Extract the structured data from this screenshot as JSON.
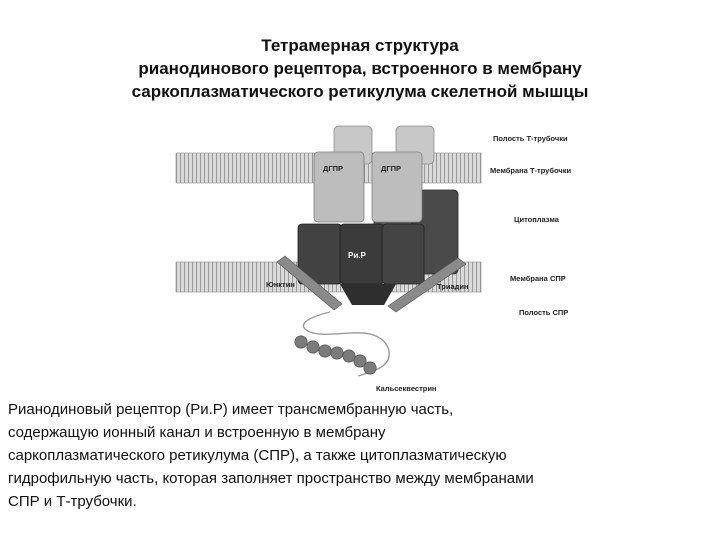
{
  "title": {
    "lines": [
      "Тетрамерная структура",
      "рианодинового рецептора, встроенного в мембрану",
      "саркоплазматического ретикулума скелетной мышцы"
    ]
  },
  "diagram": {
    "labels": {
      "t_tubule_lumen": "Полость Т-трубочки",
      "t_tubule_membrane": "Мембрана Т-трубочки",
      "cytoplasm": "Цитоплазма",
      "sr_membrane": "Мембрана СПР",
      "sr_lumen": "Полость СПР",
      "triadin": "Триадин",
      "junctin": "Юнктин",
      "calsequestrin": "Кальсеквестрин",
      "dhpr_left": "ДГПР",
      "dhpr_right": "ДГПР",
      "ryr": "Ри.Р"
    },
    "colors": {
      "membrane": "#d9d9d9",
      "membrane_lines": "#9a9a9a",
      "dhpr": "#bdbdbd",
      "ryr": "#3f3f3f",
      "anchor": "#8a8a8a",
      "bead": "#7b7b7b"
    }
  },
  "description": {
    "lines": [
      "Рианодиновый рецептор (Ри.Р) имеет трансмембранную часть,",
      "содержащую ионный канал и встроенную в мембрану",
      "саркоплазматического ретикулума (СПР), а также цитоплазматическую",
      "гидрофильную часть, которая заполняет пространство между мембранами",
      "СПР и Т-трубочки."
    ]
  }
}
